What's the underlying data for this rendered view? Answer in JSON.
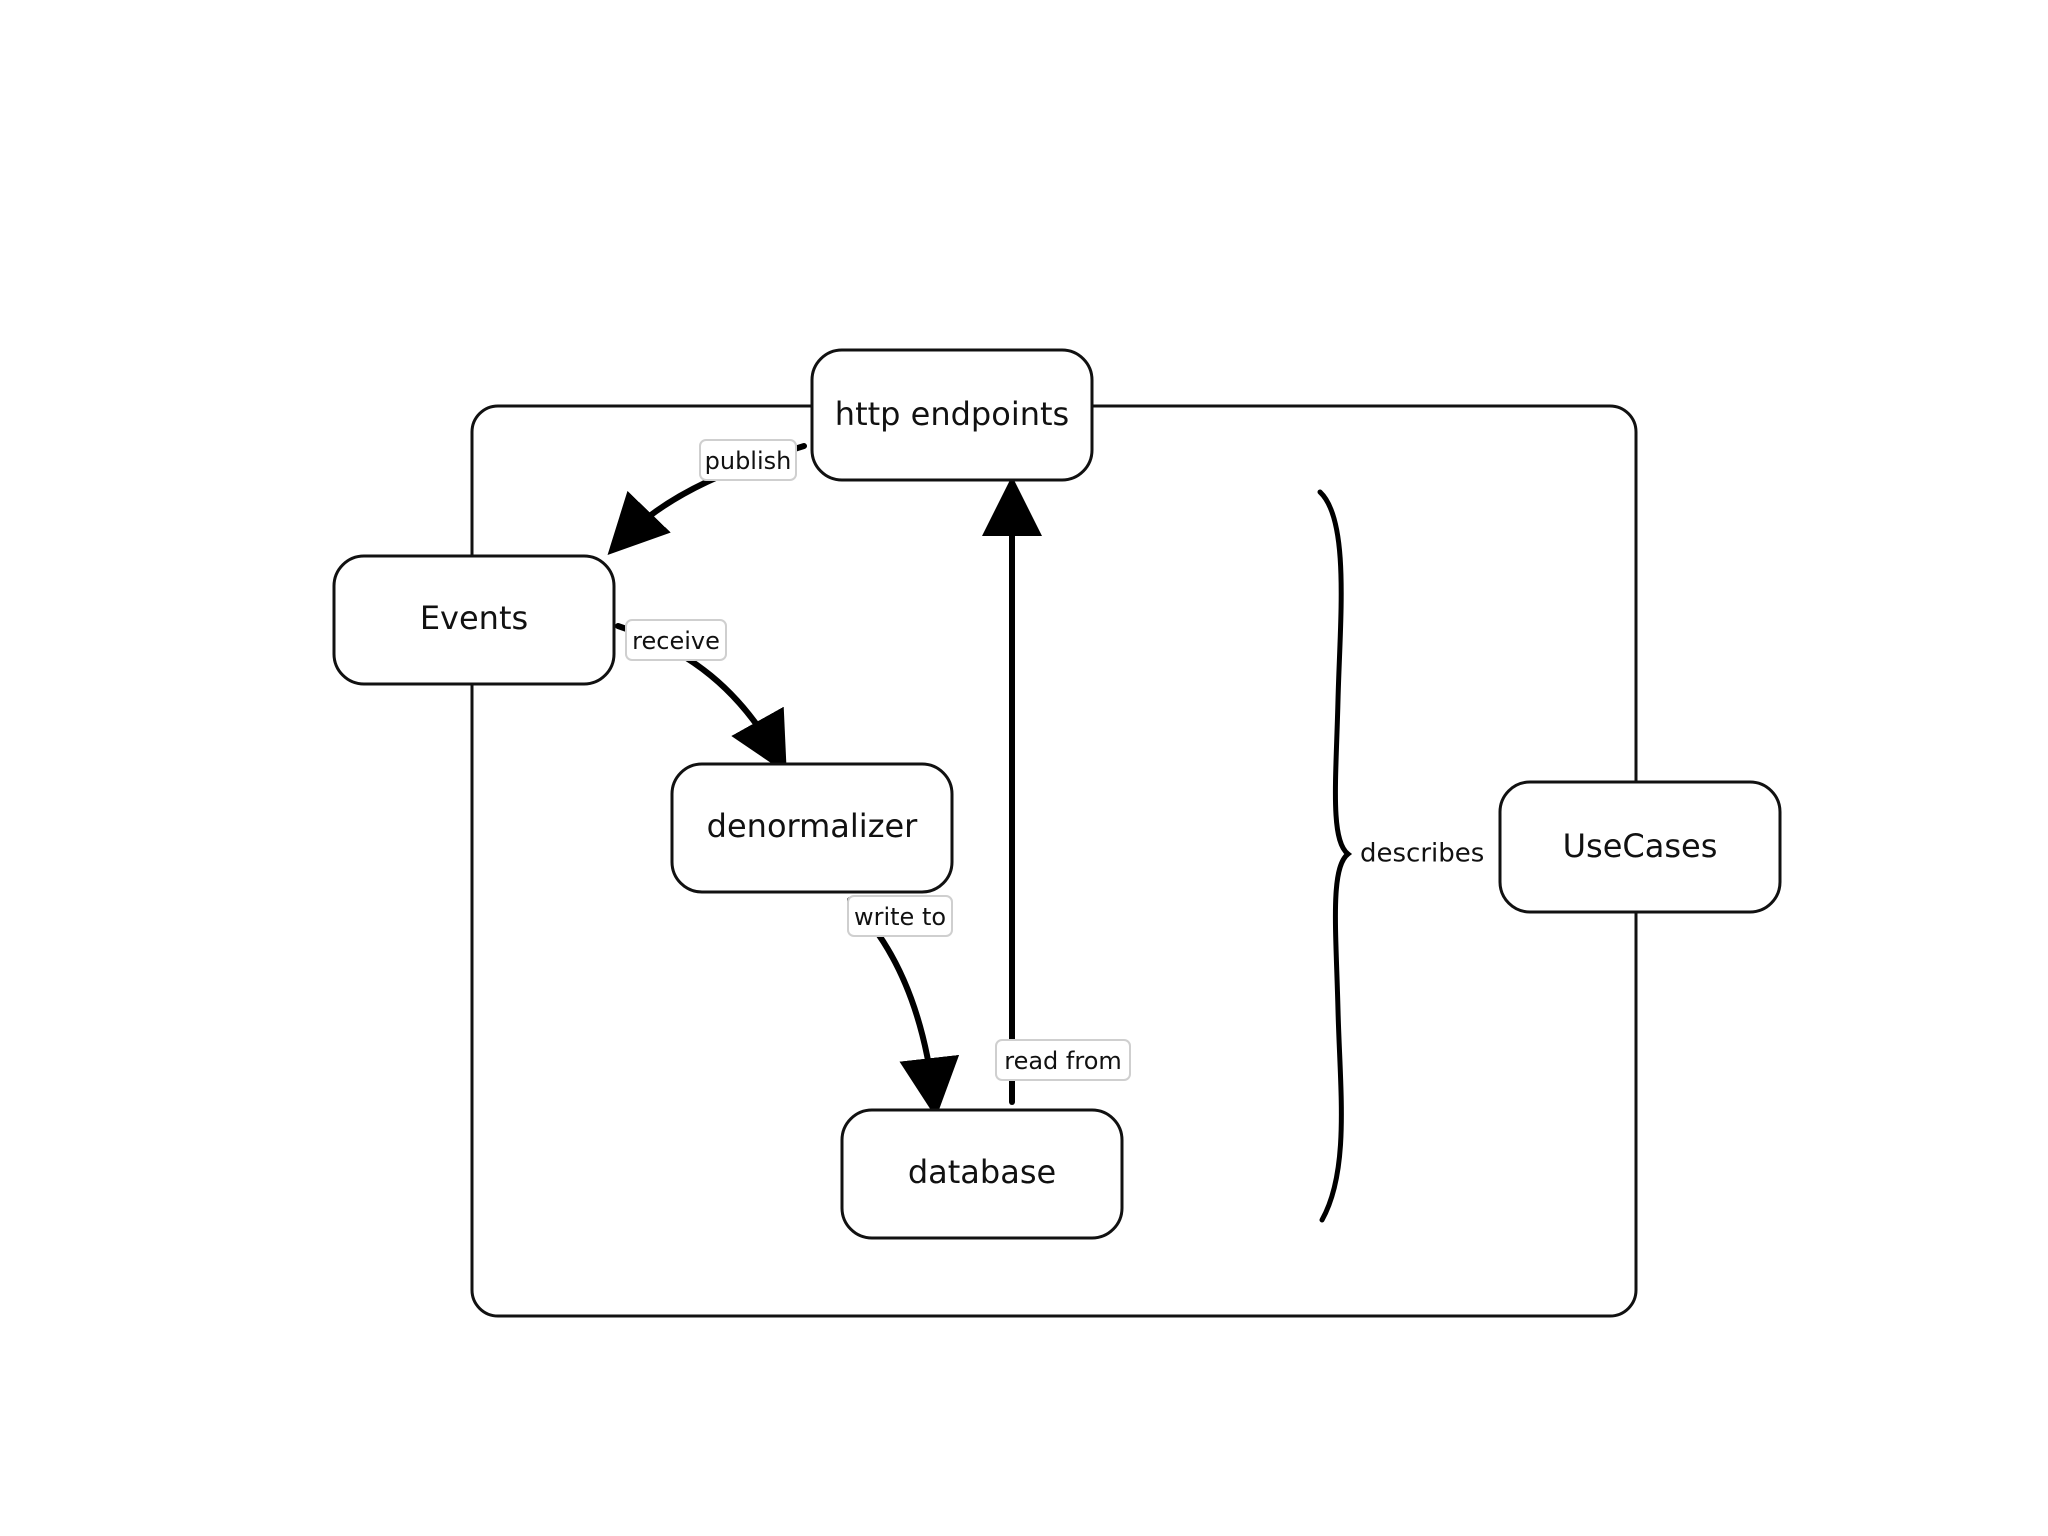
{
  "nodes": {
    "http_endpoints": "http endpoints",
    "events": "Events",
    "denormalizer": "denormalizer",
    "database": "database",
    "usecases": "UseCases"
  },
  "edges": {
    "publish": "publish",
    "receive": "receive",
    "write_to": "write to",
    "read_from": "read from"
  },
  "brace": {
    "label": "describes"
  },
  "colors": {
    "stroke": "#111111",
    "background": "#ffffff",
    "label_border": "#cfcfcf"
  }
}
